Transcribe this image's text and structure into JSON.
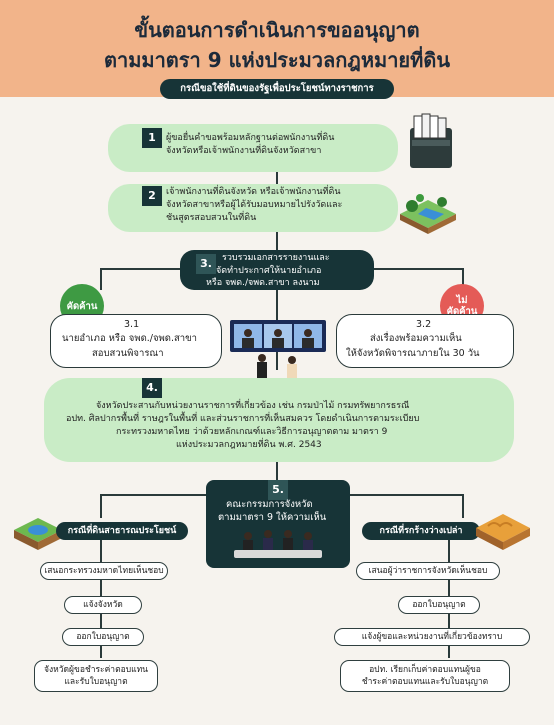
{
  "header": {
    "title_line1": "ขั้นตอนการดำเนินการขออนุญาต",
    "title_line2": "ตามมาตรา 9 แห่งประมวลกฎหมายที่ดิน",
    "subtitle": "กรณีขอใช้ที่ดินของรัฐเพื่อประโยชน์ทางราชการ"
  },
  "steps": {
    "s1": {
      "num": "1",
      "line1": "ผู้ขอยื่นคำขอพร้อมหลักฐานต่อพนักงานที่ดิน",
      "line2": "จังหวัดหรือเจ้าพนักงานที่ดินจังหวัดสาขา"
    },
    "s2": {
      "num": "2",
      "line1": "เจ้าพนักงานที่ดินจังหวัด หรือเจ้าพนักงานที่ดิน",
      "line2": "จังหวัดสาขาหรือผู้ได้รับมอบหมายไปรังวัดและ",
      "line3": "ชันสูตรสอบสวนในที่ดิน"
    },
    "s3": {
      "num": "3.",
      "line1": "รวบรวมเอกสารรายงานและ",
      "line2": "จัดทำประกาศให้นายอำเภอ",
      "line3": "หรือ จพด./จพด.สาขา ลงนาม"
    },
    "s31": {
      "num": "3.1",
      "line1": "นายอำเภอ หรือ จพด./จพด.สาขา",
      "line2": "สอบสวนพิจารณา"
    },
    "s32": {
      "num": "3.2",
      "line1": "ส่งเรื่องพร้อมความเห็น",
      "line2": "ให้จังหวัดพิจารณาภายใน 30 วัน"
    },
    "s4": {
      "num": "4.",
      "line1": "จังหวัดประสานกับหน่วยงานราชการที่เกี่ยวข้อง เช่น กรมป่าไม้ กรมทรัพยากรธรณี",
      "line2": "อปท. ศิลปากรพื้นที่ ราษฎรในพื้นที่ และส่วนราชการที่เห็นสมควร โดยดำเนินการตามระเบียบ",
      "line3": "กระทรวงมหาดไทย ว่าด้วยหลักเกณฑ์และวิธีการอนุญาตตาม มาตรา 9",
      "line4": "แห่งประมวลกฎหมายที่ดิน พ.ศ. 2543"
    },
    "s5": {
      "num": "5.",
      "line1": "คณะกรรมการจังหวัด",
      "line2": "ตามมาตรา 9 ให้ความเห็น"
    }
  },
  "badges": {
    "oppose": "คัดค้าน",
    "not_oppose_1": "ไม่",
    "not_oppose_2": "คัดค้าน"
  },
  "left_branch": {
    "header": "กรณีที่ดินสาธารณประโยชน์",
    "items": [
      "เสนอกระทรวงมหาดไทยเห็นชอบ",
      "แจ้งจังหวัด",
      "ออกใบอนุญาต"
    ],
    "last_line1": "จังหวัดผู้ขอชำระค่าตอบแทน",
    "last_line2": "และรับใบอนุญาต"
  },
  "right_branch": {
    "header": "กรณีที่รกร้างว่างเปล่า",
    "items": [
      "เสนอผู้ว่าราชการจังหวัดเห็นชอบ",
      "ออกใบอนุญาต",
      "แจ้งผู้ขอและหน่วยงานที่เกี่ยวข้องทราบ"
    ],
    "last_line1": "อปท. เรียกเก็บค่าตอบแทนผู้ขอ",
    "last_line2": "ชำระค่าตอบแทนและรับใบอนุญาต"
  },
  "colors": {
    "header_bg": "#f2b48a",
    "dark": "#173437",
    "green_box": "#c9ecc6",
    "oppose": "#3e9a43",
    "not_oppose": "#e45b57"
  }
}
